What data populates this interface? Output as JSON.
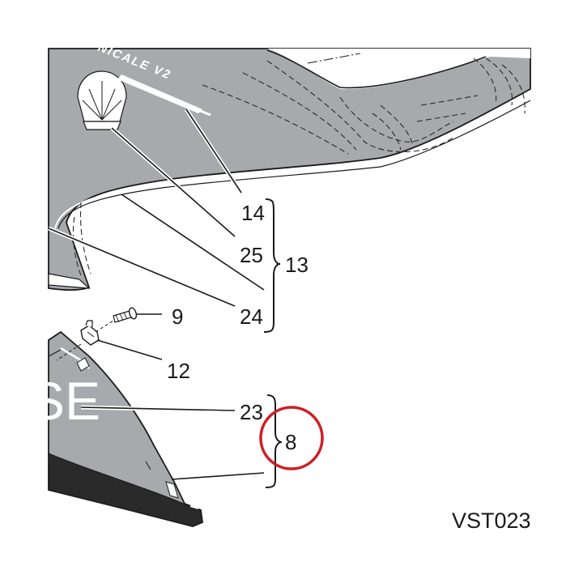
{
  "diagram": {
    "decal_text": "NICALE V2",
    "side_decal_text": "SE",
    "drawing_code": "VST023",
    "callouts": {
      "c14": "14",
      "c25": "25",
      "c13": "13",
      "c24": "24",
      "c9": "9",
      "c12": "12",
      "c23": "23",
      "c8": "8"
    },
    "highlight_color": "#cc1f24",
    "panel_color": "#a7a9ac",
    "dark_panel_color": "#2a2a2a"
  }
}
